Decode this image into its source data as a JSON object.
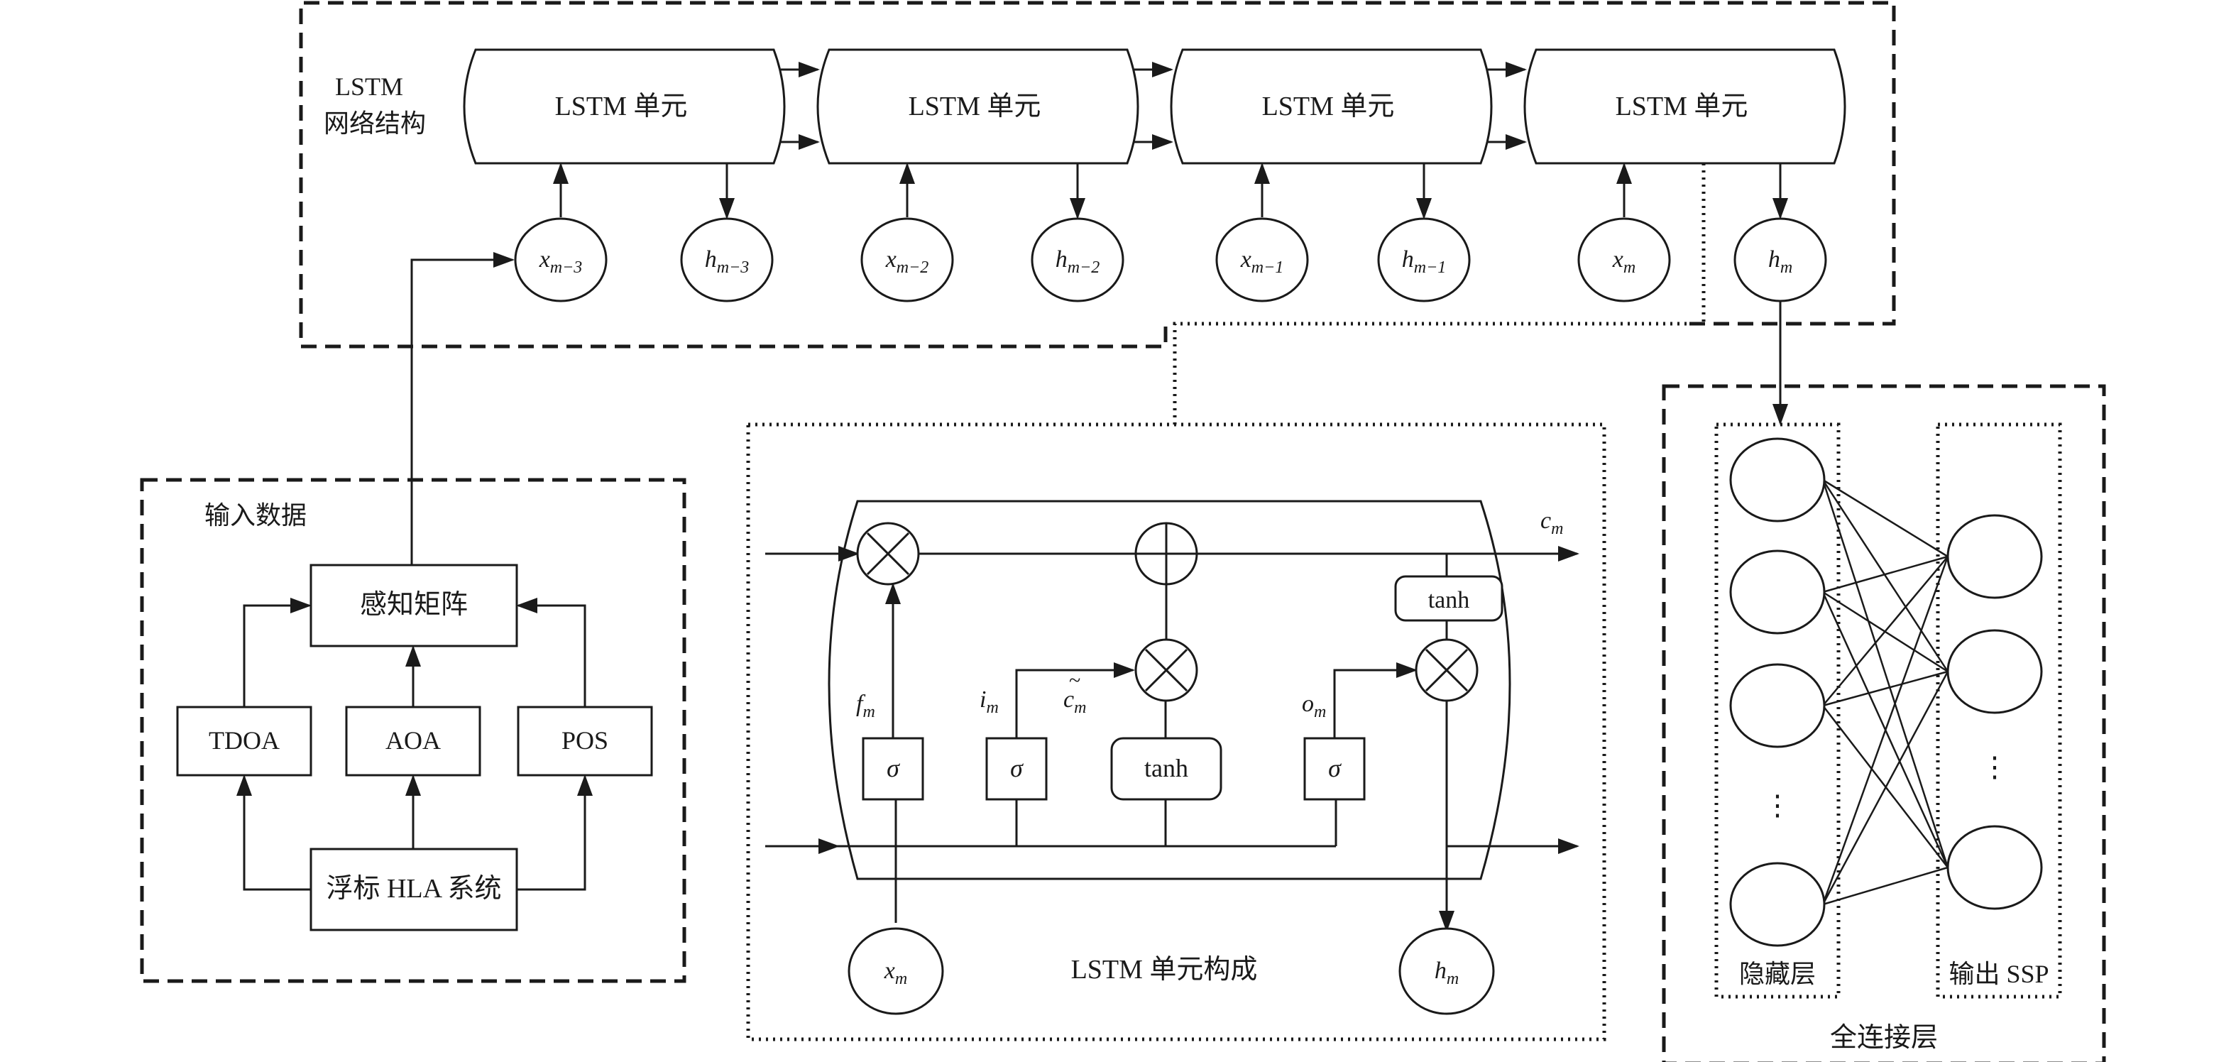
{
  "lstm_network": {
    "title_line1": "LSTM",
    "title_line2": "网络结构",
    "cells": [
      "LSTM 单元",
      "LSTM 单元",
      "LSTM 单元",
      "LSTM 单元"
    ],
    "inputs": [
      {
        "base": "x",
        "sub": "m−3"
      },
      {
        "base": "x",
        "sub": "m−2"
      },
      {
        "base": "x",
        "sub": "m−1"
      },
      {
        "base": "x",
        "sub": "m"
      }
    ],
    "outputs": [
      {
        "base": "h",
        "sub": "m−3"
      },
      {
        "base": "h",
        "sub": "m−2"
      },
      {
        "base": "h",
        "sub": "m−1"
      },
      {
        "base": "h",
        "sub": "m"
      }
    ]
  },
  "input_data": {
    "title": "输入数据",
    "matrix": "感知矩阵",
    "features": [
      "TDOA",
      "AOA",
      "POS"
    ],
    "source": "浮标 HLA 系统"
  },
  "lstm_cell": {
    "caption": "LSTM 单元构成",
    "sigma": "σ",
    "tanh": "tanh",
    "c_base": "c",
    "m_sub": "m",
    "f_base": "f",
    "i_base": "i",
    "o_base": "o",
    "x_base": "x",
    "h_base": "h",
    "tilde": "~"
  },
  "fc_layer": {
    "caption": "全连接层",
    "hidden_label": "隐藏层",
    "output_label": "输出 SSP",
    "ellipsis": "⋮"
  }
}
